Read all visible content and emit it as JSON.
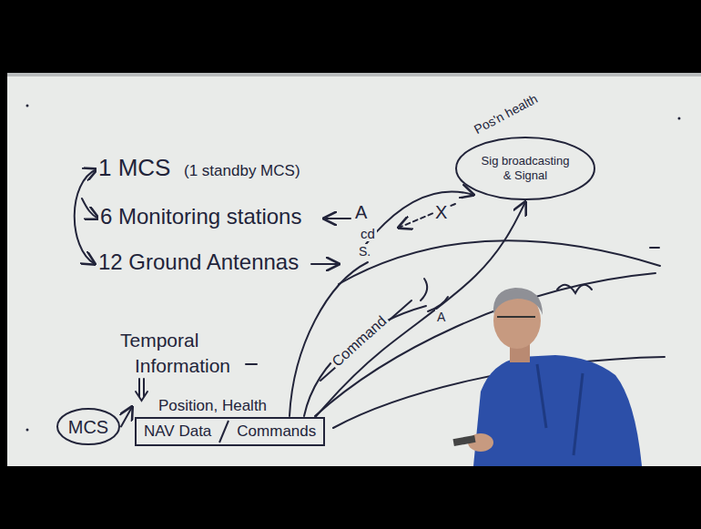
{
  "diagram": {
    "nodes": [
      {
        "text": [
          "MCS"
        ]
      },
      {
        "text": [
          "Position, Health",
          "NAV Data",
          "Commands"
        ]
      },
      {
        "text": [
          "Sig broadcasting & Signal"
        ]
      }
    ],
    "edges": [
      {
        "from": 0,
        "to": 1,
        "arrow": "to"
      },
      {
        "from": 1,
        "to": 2,
        "arrow": "to"
      }
    ],
    "labels": [
      "1 MCS",
      "(1 standby MCS)",
      "6 Monitoring stations",
      "12 Ground Antennas",
      "Temporal",
      "Information",
      "Command",
      "A",
      "cd",
      "X",
      "Pos'n health",
      "S.",
      "A"
    ]
  }
}
